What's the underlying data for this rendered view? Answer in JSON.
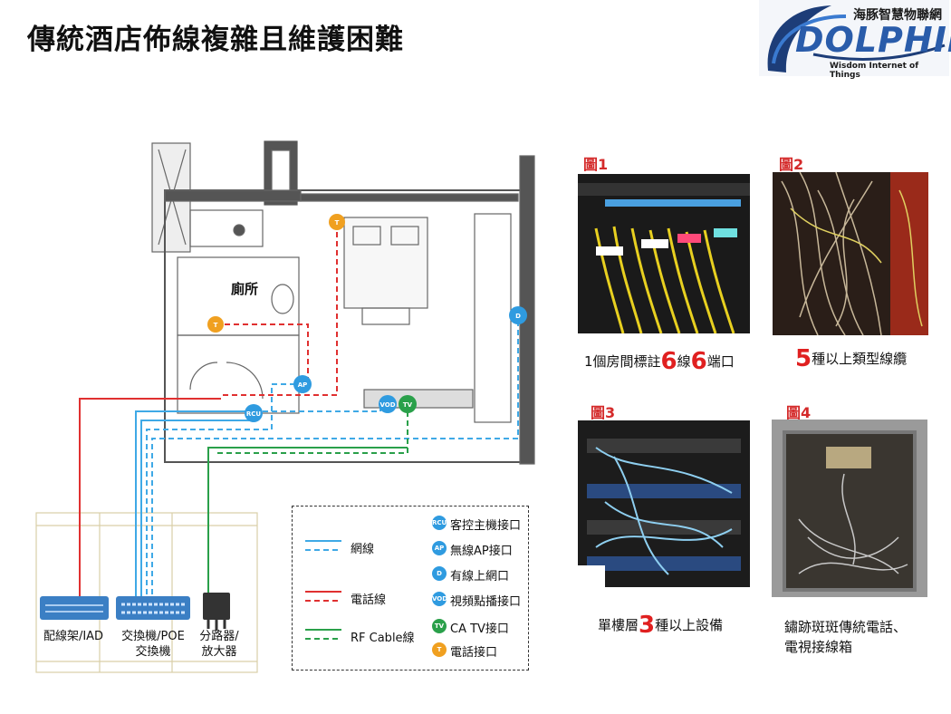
{
  "title": "傳統酒店佈線複雜且維護困難",
  "logo": {
    "cn": "海豚智慧物聯網",
    "main": "DOLPHIN",
    "sub": "Wisdom Internet of Things"
  },
  "plan": {
    "room_label": "廁所"
  },
  "photos": [
    {
      "label": "圖1",
      "caption_pre": "1個房間標註",
      "n1": "6",
      "caption_mid": "線",
      "n2": "6",
      "caption_post": "端口"
    },
    {
      "label": "圖2",
      "n1": "5",
      "caption_post": "種以上類型線纜"
    },
    {
      "label": "圖3",
      "caption_pre": "單樓層",
      "n1": "3",
      "caption_post": "種以上設備"
    },
    {
      "label": "圖4",
      "caption_line1": "鏽跡斑斑傳統電話、",
      "caption_line2": "電視接線箱"
    }
  ],
  "legend": {
    "lines": [
      "網線",
      "電話線",
      "RF Cable線"
    ],
    "icons": [
      {
        "abbr": "RCU",
        "label": "客控主機接口",
        "color": "#2f9be0"
      },
      {
        "abbr": "AP",
        "label": "無線AP接口",
        "color": "#2f9be0"
      },
      {
        "abbr": "D",
        "label": "有線上網口",
        "color": "#2f9be0"
      },
      {
        "abbr": "VOD",
        "label": "視頻點播接口",
        "color": "#2f9be0"
      },
      {
        "abbr": "TV",
        "label": "CA TV接口",
        "color": "#2aa04a"
      },
      {
        "abbr": "T",
        "label": "電話接口",
        "color": "#f0a020"
      }
    ],
    "line_colors": {
      "network": "#3fa9e6",
      "phone": "#e03030",
      "rf": "#2aa04a"
    }
  },
  "devices": [
    {
      "line1": "配線架/IAD",
      "line2": ""
    },
    {
      "line1": "交換機/POE",
      "line2": "交換機"
    },
    {
      "line1": "分路器/",
      "line2": "放大器"
    }
  ]
}
